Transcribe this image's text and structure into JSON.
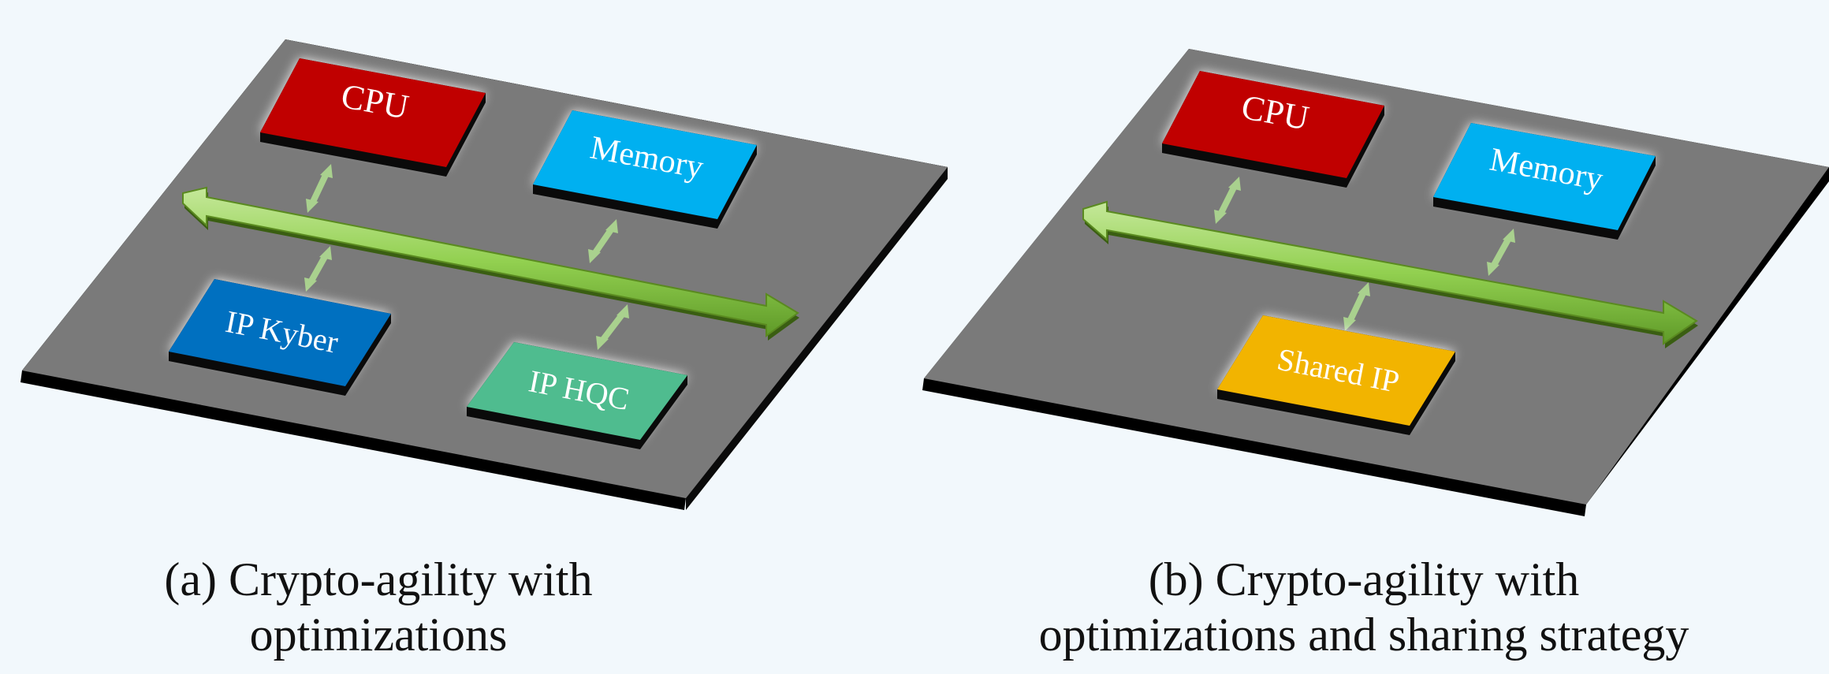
{
  "panels": {
    "a": {
      "blocks": {
        "cpu": {
          "label": "CPU",
          "color": "#c00000"
        },
        "memory": {
          "label": "Memory",
          "color": "#00b0f0"
        },
        "ip_kyber": {
          "label": "IP Kyber",
          "color": "#0070c0"
        },
        "ip_hqc": {
          "label": "IP HQC",
          "color": "#4fbc8f"
        }
      },
      "caption": {
        "line1": "(a) Crypto-agility with",
        "line2": "optimizations"
      }
    },
    "b": {
      "blocks": {
        "cpu": {
          "label": "CPU",
          "color": "#c00000"
        },
        "memory": {
          "label": "Memory",
          "color": "#00b0f0"
        },
        "shared_ip": {
          "label": "Shared IP",
          "color": "#f2b400"
        }
      },
      "caption": {
        "line1": "(b) Crypto-agility with",
        "line2": "optimizations and sharing strategy"
      }
    }
  },
  "colors": {
    "board": "#7a7a7a",
    "bus": "#92d050",
    "link": "#a9d18e",
    "block_border": "#0a0a0a"
  }
}
